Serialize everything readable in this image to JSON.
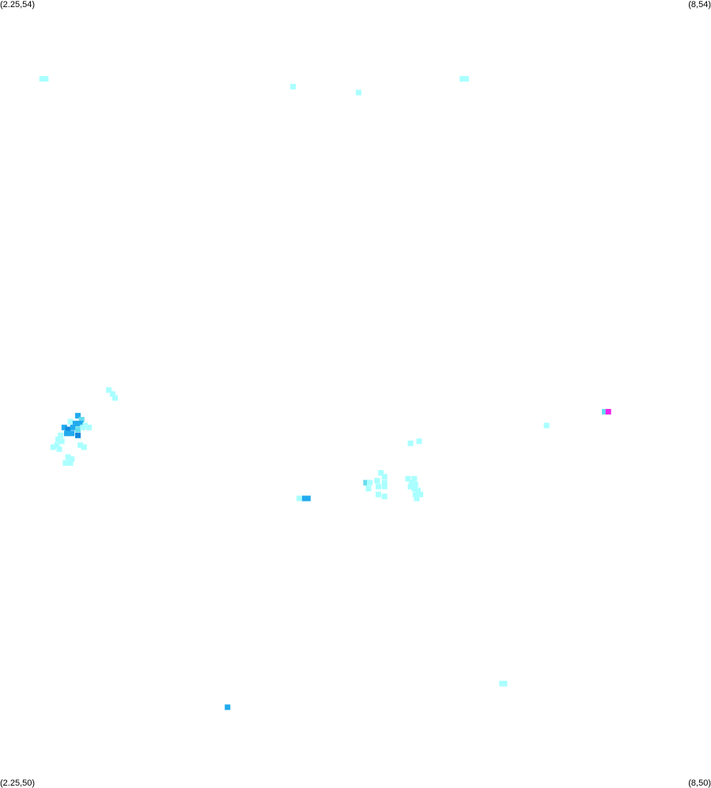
{
  "corners": {
    "top_left": "(2.25,54)",
    "top_right": "(8,54)",
    "bottom_left": "(2.25,50)",
    "bottom_right": "(8,50)"
  },
  "bounds": {
    "lon_min": 2.25,
    "lon_max": 8,
    "lat_min": 50,
    "lat_max": 54
  },
  "palette": {
    "light": "#aaffff",
    "mid": "#66ddee",
    "strong": "#22aaee",
    "dark": "#1188dd",
    "hot": "#ee22ee"
  },
  "cells": [
    {
      "lon": 2.59,
      "lat": 53.6,
      "level": "light"
    },
    {
      "lon": 2.62,
      "lat": 53.6,
      "level": "light"
    },
    {
      "lon": 4.62,
      "lat": 53.56,
      "level": "light"
    },
    {
      "lon": 5.15,
      "lat": 53.53,
      "level": "light"
    },
    {
      "lon": 5.99,
      "lat": 53.6,
      "level": "light"
    },
    {
      "lon": 6.02,
      "lat": 53.6,
      "level": "light"
    },
    {
      "lon": 3.13,
      "lat": 52.02,
      "level": "light"
    },
    {
      "lon": 3.16,
      "lat": 52.0,
      "level": "light"
    },
    {
      "lon": 3.18,
      "lat": 51.98,
      "level": "light"
    },
    {
      "lon": 2.88,
      "lat": 51.89,
      "level": "strong"
    },
    {
      "lon": 2.91,
      "lat": 51.87,
      "level": "mid"
    },
    {
      "lon": 2.82,
      "lat": 51.86,
      "level": "light"
    },
    {
      "lon": 2.86,
      "lat": 51.85,
      "level": "strong"
    },
    {
      "lon": 2.9,
      "lat": 51.85,
      "level": "strong"
    },
    {
      "lon": 2.94,
      "lat": 51.84,
      "level": "light"
    },
    {
      "lon": 2.97,
      "lat": 51.83,
      "level": "light"
    },
    {
      "lon": 2.77,
      "lat": 51.83,
      "level": "strong"
    },
    {
      "lon": 2.8,
      "lat": 51.82,
      "level": "dark"
    },
    {
      "lon": 2.84,
      "lat": 51.83,
      "level": "strong"
    },
    {
      "lon": 2.88,
      "lat": 51.82,
      "level": "mid"
    },
    {
      "lon": 2.92,
      "lat": 51.83,
      "level": "light"
    },
    {
      "lon": 2.79,
      "lat": 51.8,
      "level": "strong"
    },
    {
      "lon": 2.83,
      "lat": 51.8,
      "level": "strong"
    },
    {
      "lon": 2.88,
      "lat": 51.79,
      "level": "dark"
    },
    {
      "lon": 2.74,
      "lat": 51.79,
      "level": "light"
    },
    {
      "lon": 2.72,
      "lat": 51.77,
      "level": "light"
    },
    {
      "lon": 2.75,
      "lat": 51.76,
      "level": "light"
    },
    {
      "lon": 2.71,
      "lat": 51.74,
      "level": "light"
    },
    {
      "lon": 2.68,
      "lat": 51.73,
      "level": "light"
    },
    {
      "lon": 2.73,
      "lat": 51.72,
      "level": "light"
    },
    {
      "lon": 2.9,
      "lat": 51.74,
      "level": "light"
    },
    {
      "lon": 2.93,
      "lat": 51.73,
      "level": "light"
    },
    {
      "lon": 2.8,
      "lat": 51.68,
      "level": "light"
    },
    {
      "lon": 2.83,
      "lat": 51.67,
      "level": "light"
    },
    {
      "lon": 2.78,
      "lat": 51.65,
      "level": "light"
    },
    {
      "lon": 2.82,
      "lat": 51.65,
      "level": "light"
    },
    {
      "lon": 5.57,
      "lat": 51.75,
      "level": "light"
    },
    {
      "lon": 5.64,
      "lat": 51.76,
      "level": "light"
    },
    {
      "lon": 6.67,
      "lat": 51.84,
      "level": "light"
    },
    {
      "lon": 7.14,
      "lat": 51.91,
      "level": "mid"
    },
    {
      "lon": 7.17,
      "lat": 51.91,
      "level": "hot"
    },
    {
      "lon": 5.33,
      "lat": 51.6,
      "level": "light"
    },
    {
      "lon": 5.36,
      "lat": 51.58,
      "level": "light"
    },
    {
      "lon": 5.3,
      "lat": 51.56,
      "level": "light"
    },
    {
      "lon": 5.36,
      "lat": 51.55,
      "level": "light"
    },
    {
      "lon": 5.21,
      "lat": 51.55,
      "level": "mid"
    },
    {
      "lon": 5.24,
      "lat": 51.55,
      "level": "light"
    },
    {
      "lon": 5.31,
      "lat": 51.53,
      "level": "light"
    },
    {
      "lon": 5.36,
      "lat": 51.53,
      "level": "light"
    },
    {
      "lon": 5.23,
      "lat": 51.52,
      "level": "light"
    },
    {
      "lon": 5.31,
      "lat": 51.49,
      "level": "light"
    },
    {
      "lon": 5.36,
      "lat": 51.48,
      "level": "light"
    },
    {
      "lon": 5.55,
      "lat": 51.57,
      "level": "light"
    },
    {
      "lon": 5.6,
      "lat": 51.57,
      "level": "light"
    },
    {
      "lon": 5.58,
      "lat": 51.55,
      "level": "light"
    },
    {
      "lon": 5.61,
      "lat": 51.54,
      "level": "light"
    },
    {
      "lon": 5.57,
      "lat": 51.53,
      "level": "light"
    },
    {
      "lon": 5.6,
      "lat": 51.52,
      "level": "light"
    },
    {
      "lon": 5.63,
      "lat": 51.51,
      "level": "light"
    },
    {
      "lon": 5.61,
      "lat": 51.49,
      "level": "light"
    },
    {
      "lon": 5.65,
      "lat": 51.49,
      "level": "light"
    },
    {
      "lon": 5.62,
      "lat": 51.47,
      "level": "light"
    },
    {
      "lon": 4.7,
      "lat": 51.47,
      "level": "strong"
    },
    {
      "lon": 4.74,
      "lat": 51.47,
      "level": "strong"
    },
    {
      "lon": 4.67,
      "lat": 51.47,
      "level": "light"
    },
    {
      "lon": 6.31,
      "lat": 50.53,
      "level": "light"
    },
    {
      "lon": 6.33,
      "lat": 50.53,
      "level": "light"
    },
    {
      "lon": 4.09,
      "lat": 50.41,
      "level": "strong"
    }
  ]
}
